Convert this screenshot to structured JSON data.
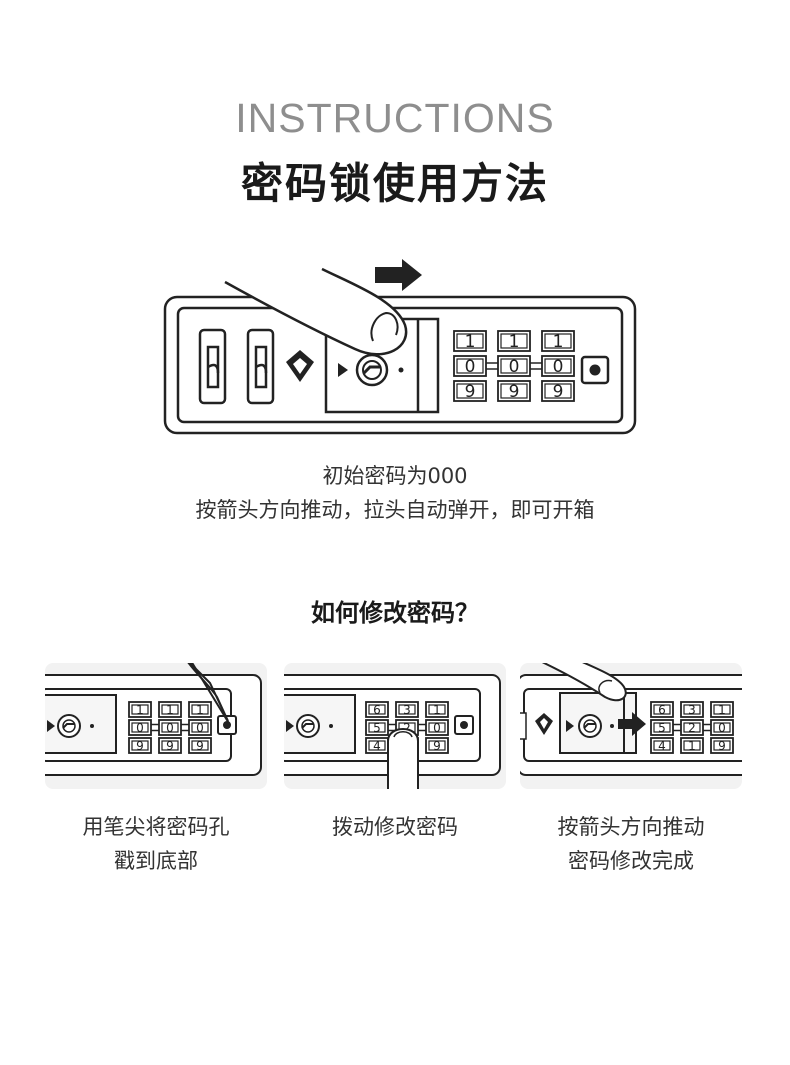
{
  "header": {
    "title_en": "INSTRUCTIONS",
    "title_cn": "密码锁使用方法"
  },
  "main_lock": {
    "dials": [
      [
        "1",
        "0",
        "9"
      ],
      [
        "1",
        "0",
        "9"
      ],
      [
        "1",
        "0",
        "9"
      ]
    ]
  },
  "main_caption": {
    "line1": "初始密码为000",
    "line2": "按箭头方向推动，拉头自动弹开，即可开箱"
  },
  "change_section": {
    "title": "如何修改密码？",
    "steps": [
      {
        "line1": "用笔尖将密码孔",
        "line2": "戳到底部",
        "dials": [
          [
            "1",
            "0",
            "9"
          ],
          [
            "1",
            "0",
            "9"
          ],
          [
            "1",
            "0",
            "9"
          ]
        ]
      },
      {
        "line1": "拨动修改密码",
        "line2": "",
        "dials": [
          [
            "6",
            "5",
            "4"
          ],
          [
            "3",
            "2",
            "1"
          ],
          [
            "1",
            "0",
            "9"
          ]
        ]
      },
      {
        "line1": "按箭头方向推动",
        "line2": "密码修改完成",
        "dials": [
          [
            "6",
            "5",
            "4"
          ],
          [
            "3",
            "2",
            "1"
          ],
          [
            "1",
            "0",
            "9"
          ]
        ]
      }
    ]
  },
  "colors": {
    "line": "#222222",
    "title_gray": "#8e8e8e",
    "panel_bg": "#f2f2f2"
  },
  "icons": [
    "right-arrow-icon",
    "finger-icon",
    "key-hole-icon",
    "brand-logo-icon",
    "pen-tip-icon",
    "reset-hole-icon"
  ]
}
